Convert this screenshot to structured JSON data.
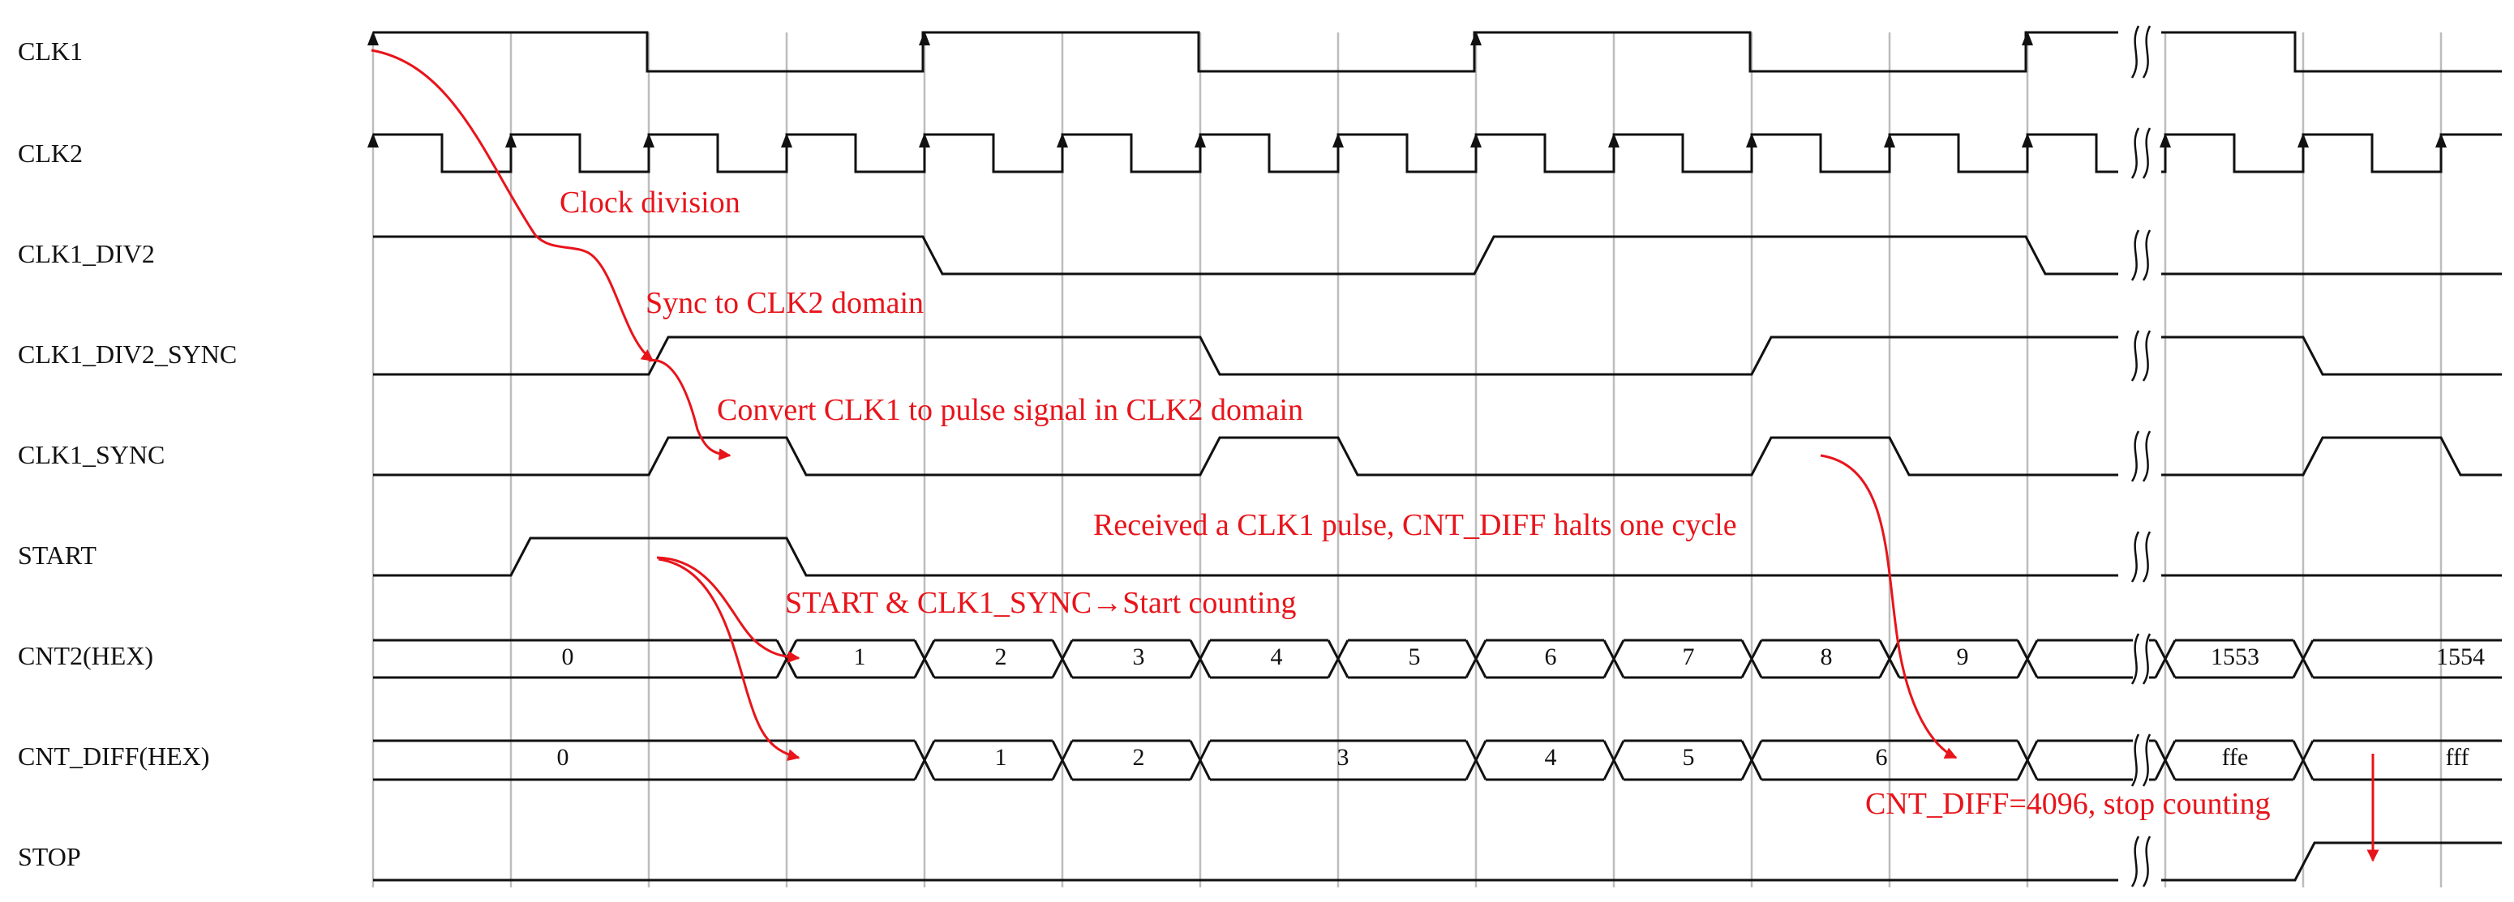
{
  "signals": [
    {
      "id": "clk1",
      "label": "CLK1"
    },
    {
      "id": "clk2",
      "label": "CLK2"
    },
    {
      "id": "clk1_div2",
      "label": "CLK1_DIV2"
    },
    {
      "id": "clk1_div2_sync",
      "label": "CLK1_DIV2_SYNC"
    },
    {
      "id": "clk1_sync",
      "label": "CLK1_SYNC"
    },
    {
      "id": "start",
      "label": "START"
    },
    {
      "id": "cnt2",
      "label": "CNT2(HEX)"
    },
    {
      "id": "cnt_diff",
      "label": "CNT_DIFF(HEX)"
    },
    {
      "id": "stop",
      "label": "STOP"
    }
  ],
  "buses": {
    "cnt2": [
      "0",
      "1",
      "2",
      "3",
      "4",
      "5",
      "6",
      "7",
      "8",
      "9",
      "1553",
      "1554"
    ],
    "cnt_diff": [
      "0",
      "1",
      "2",
      "3",
      "4",
      "5",
      "6",
      "ffe",
      "fff"
    ]
  },
  "annotations": {
    "clock_division": "Clock division",
    "sync_to_clk2": "Sync to CLK2 domain",
    "convert_pulse": "Convert CLK1 to pulse signal in CLK2 domain",
    "received_pulse": "Received a CLK1 pulse, CNT_DIFF halts one cycle",
    "start_counting": "START & CLK1_SYNC→Start counting",
    "stop_counting": "CNT_DIFF=4096, stop counting"
  },
  "colors": {
    "waveform": "#111111",
    "annotation": "#e8141b",
    "grid": "#bdbdbd"
  }
}
